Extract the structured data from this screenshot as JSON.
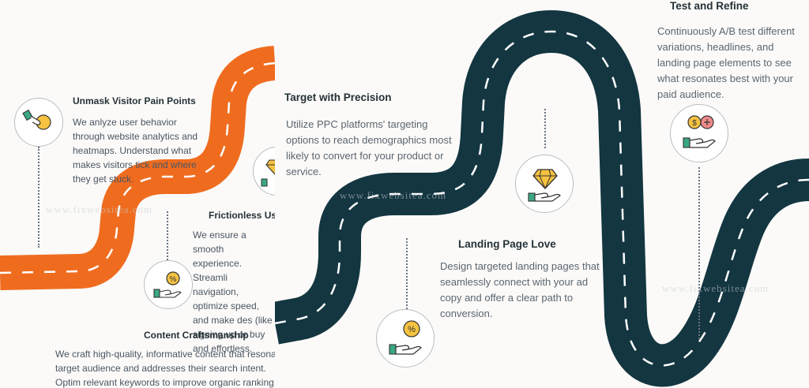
{
  "left_panel": {
    "steps": [
      {
        "title": "Unmask Visitor Pain Points",
        "text": "We anlyze user behavior through website analytics and heatmaps. Understand what makes visitors tick and where they get stuck.",
        "icon": "hand-coin-icon"
      },
      {
        "title": "Frictionless Use",
        "text": "We ensure a smooth experience. Streamli navigation, optimize speed, and make des (like signing up or buy and effortless.",
        "icon": "hand-percent-icon"
      },
      {
        "title": "Content Craftsmanship",
        "text": "We craft high-quality, informative content that resonate target audience and addresses their search intent. Optim relevant keywords to improve organic ranking."
      }
    ],
    "watermark": "www.fixwebsitea.com"
  },
  "right_panel": {
    "steps": [
      {
        "title": "Target with Precision",
        "text": "Utilize PPC platforms' targeting options to reach demographics most likely to convert for your product or service."
      },
      {
        "title": "Landing Page Love",
        "text": "Design targeted landing pages that seamlessly connect with your ad copy and offer a clear path to conversion."
      },
      {
        "title": "Test and Refine",
        "text": "Continuously A/B test different variations, headlines, and landing page elements to see what resonates best with your paid audience."
      }
    ],
    "icons": [
      "hand-diamond-icon",
      "hand-percent-icon",
      "hand-money-icon"
    ],
    "watermark": "www.fixwebsitea.com"
  },
  "colors": {
    "orange_road": "#ef6c1f",
    "navy_road": "#133641",
    "dash": "#ffffff",
    "icon_green": "#3aa882",
    "icon_yellow": "#f6c341"
  }
}
